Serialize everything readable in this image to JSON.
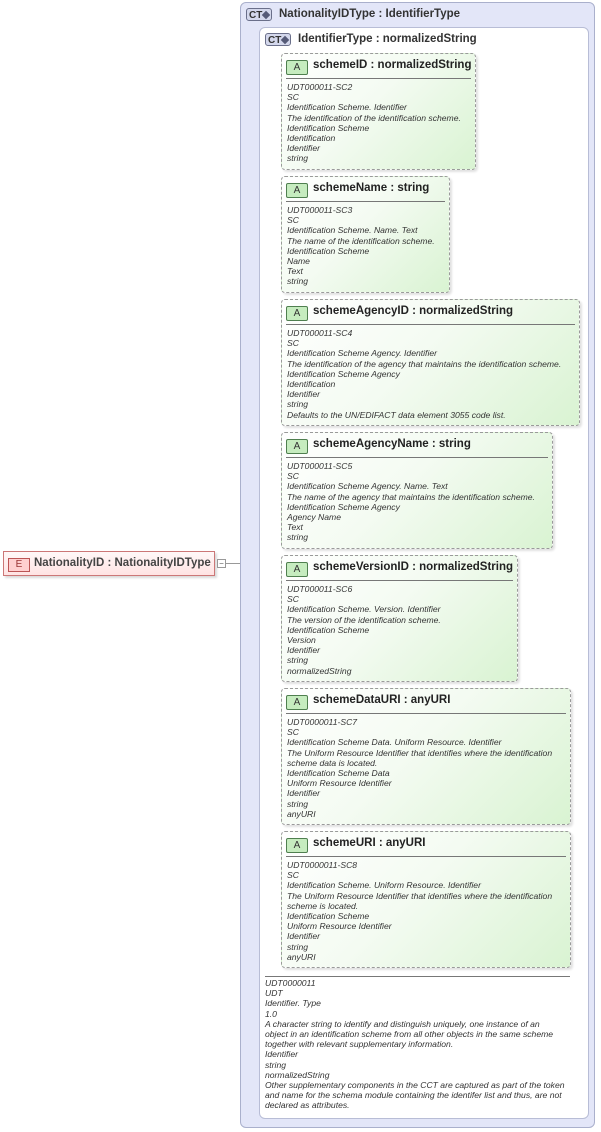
{
  "element": {
    "badge": "E",
    "title": "NationalityID : NationalityIDType"
  },
  "outer_ct": {
    "badge": "CT",
    "title": "NationalityIDType : IdentifierType"
  },
  "inner_ct": {
    "badge": "CT",
    "title": "IdentifierType : normalizedString",
    "doc": [
      "UDT0000011",
      "UDT",
      "Identifier. Type",
      "1.0",
      "A character string to identify and distinguish uniquely, one instance of an object in an identification scheme from all other objects in the same scheme together with relevant supplementary information.",
      "Identifier",
      "string",
      "normalizedString",
      "Other supplementary components in the CCT are captured as part of the token and name for the schema module containing the identifer list and thus, are not declared as attributes."
    ]
  },
  "attributes": [
    {
      "badge": "A",
      "title": "schemeID : normalizedString",
      "doc": [
        "UDT000011-SC2",
        "SC",
        "Identification Scheme. Identifier",
        "The identification of the identification scheme.",
        "Identification Scheme",
        "Identification",
        "Identifier",
        "string"
      ]
    },
    {
      "badge": "A",
      "title": "schemeName : string",
      "doc": [
        "UDT000011-SC3",
        "SC",
        "Identification Scheme. Name. Text",
        "The name of the identification scheme.",
        "Identification Scheme",
        "Name",
        "Text",
        "string"
      ]
    },
    {
      "badge": "A",
      "title": "schemeAgencyID : normalizedString",
      "doc": [
        "UDT000011-SC4",
        "SC",
        "Identification Scheme Agency. Identifier",
        "The identification of the agency that maintains the identification scheme.",
        "Identification Scheme Agency",
        "Identification",
        "Identifier",
        "string",
        "Defaults to the UN/EDIFACT data element 3055 code list."
      ]
    },
    {
      "badge": "A",
      "title": "schemeAgencyName : string",
      "doc": [
        "UDT000011-SC5",
        "SC",
        "Identification Scheme Agency. Name. Text",
        "The name of the agency that maintains the identification scheme.",
        "Identification Scheme Agency",
        "Agency Name",
        "Text",
        "string"
      ]
    },
    {
      "badge": "A",
      "title": "schemeVersionID : normalizedString",
      "doc": [
        "UDT000011-SC6",
        "SC",
        "Identification Scheme. Version. Identifier",
        "The version of the identification scheme.",
        "Identification Scheme",
        "Version",
        "Identifier",
        "string",
        "normalizedString"
      ]
    },
    {
      "badge": "A",
      "title": "schemeDataURI : anyURI",
      "doc": [
        "UDT0000011-SC7",
        "SC",
        "Identification Scheme Data. Uniform Resource. Identifier",
        "The Uniform Resource Identifier that identifies where the identification scheme data is located.",
        "Identification Scheme Data",
        "Uniform Resource Identifier",
        "Identifier",
        "string",
        "anyURI"
      ]
    },
    {
      "badge": "A",
      "title": "schemeURI : anyURI",
      "doc": [
        "UDT0000011-SC8",
        "SC",
        "Identification Scheme. Uniform Resource. Identifier",
        "The Uniform Resource Identifier that identifies where the identification scheme is located.",
        "Identification Scheme",
        "Uniform Resource Identifier",
        "Identifier",
        "string",
        "anyURI"
      ]
    }
  ]
}
